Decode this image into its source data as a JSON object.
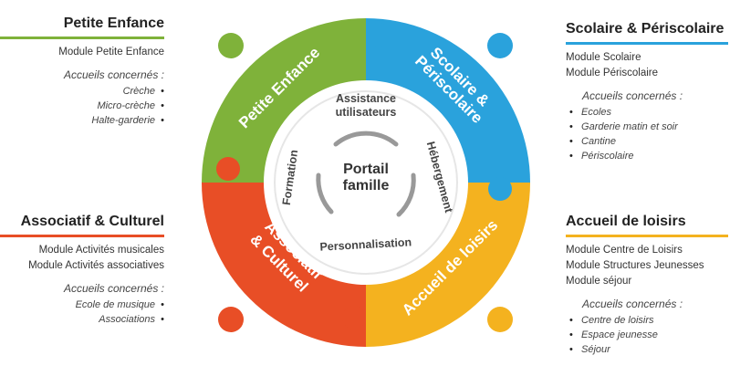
{
  "diagram": {
    "center": {
      "line1": "Portail",
      "line2": "famille"
    },
    "ring": {
      "top1": "Assistance",
      "top2": "utilisateurs",
      "right": "Hébergement",
      "bottom": "Personnalisation",
      "left": "Formation"
    },
    "segments": {
      "petite_enfance": "Petite Enfance",
      "scolaire_1": "Scolaire &",
      "scolaire_2": "Périscolaire",
      "associatif_1": "Associatif",
      "associatif_2": "& Culturel",
      "loisirs": "Accueil de loisirs"
    },
    "colors": {
      "green": "#7fb23a",
      "blue": "#2aa2dc",
      "red": "#e84e26",
      "yellow": "#f4b21f"
    }
  },
  "panels": {
    "petite_enfance": {
      "title": "Petite Enfance",
      "modules": [
        "Module Petite Enfance"
      ],
      "accueils_title": "Accueils concernés :",
      "accueils": [
        "Crèche",
        "Micro-crèche",
        "Halte-garderie"
      ]
    },
    "associatif": {
      "title": "Associatif & Culturel",
      "modules": [
        "Module Activités musicales",
        "Module Activités associatives"
      ],
      "accueils_title": "Accueils concernés :",
      "accueils": [
        "Ecole de musique",
        "Associations"
      ]
    },
    "scolaire": {
      "title": "Scolaire & Périscolaire",
      "modules": [
        "Module Scolaire",
        "Module Périscolaire"
      ],
      "accueils_title": "Accueils concernés :",
      "accueils": [
        "Ecoles",
        "Garderie matin et soir",
        "Cantine",
        "Périscolaire"
      ]
    },
    "loisirs": {
      "title": "Accueil de loisirs",
      "modules": [
        "Module Centre de Loisirs",
        "Module Structures Jeunesses",
        "Module séjour"
      ],
      "accueils_title": "Accueils concernés :",
      "accueils": [
        "Centre de loisirs",
        "Espace jeunesse",
        "Séjour"
      ]
    }
  }
}
